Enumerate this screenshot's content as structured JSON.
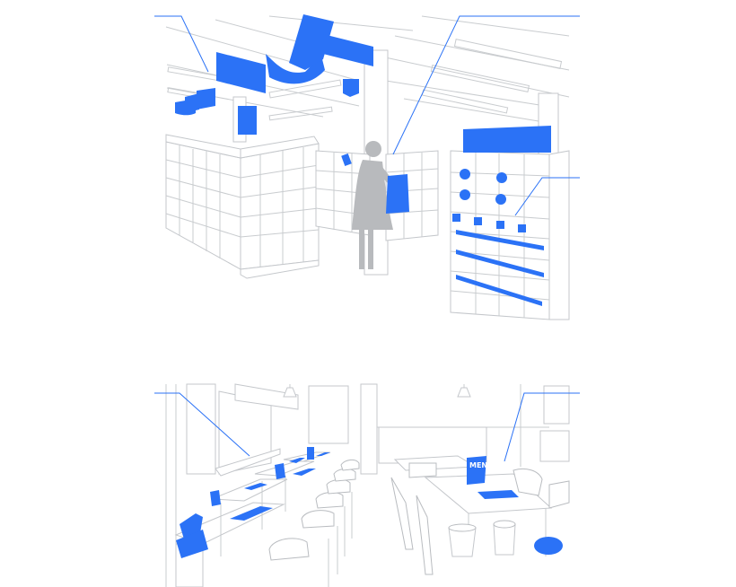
{
  "colors": {
    "accent": "#2b72f6",
    "line": "#c9cccf",
    "figure": "#b8babd",
    "background": "#ffffff"
  },
  "scenes": [
    {
      "name": "retail-store-aisle"
    },
    {
      "name": "restaurant-cafe-seating"
    }
  ],
  "signage": {
    "menu_stand_text": "MENU"
  }
}
